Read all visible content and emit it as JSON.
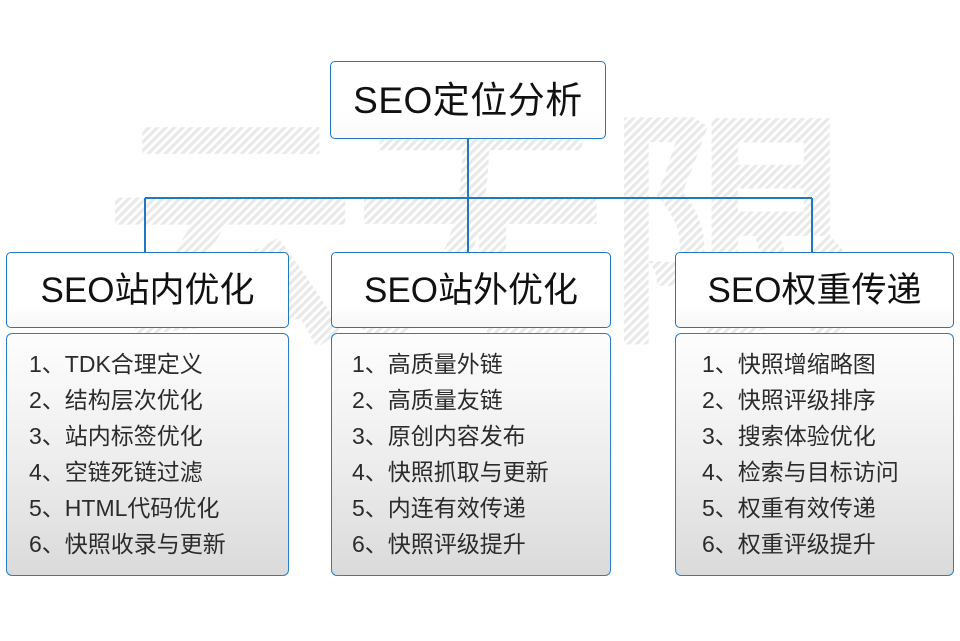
{
  "diagram": {
    "title": "SEO定位分析",
    "watermark_text": "云无限",
    "accent_color": "#1f78c1",
    "text_color": "#111111",
    "body_text_color": "#2b2b2b",
    "background_color": "#ffffff"
  },
  "columns": [
    {
      "heading": "SEO站内优化",
      "items": [
        {
          "num": "1、",
          "text": "TDK合理定义"
        },
        {
          "num": "2、",
          "text": "结构层次优化"
        },
        {
          "num": "3、",
          "text": "站内标签优化"
        },
        {
          "num": "4、",
          "text": "空链死链过滤"
        },
        {
          "num": "5、",
          "text": "HTML代码优化"
        },
        {
          "num": "6、",
          "text": "快照收录与更新"
        }
      ]
    },
    {
      "heading": "SEO站外优化",
      "items": [
        {
          "num": "1、",
          "text": "高质量外链"
        },
        {
          "num": "2、",
          "text": "高质量友链"
        },
        {
          "num": "3、",
          "text": "原创内容发布"
        },
        {
          "num": "4、",
          "text": "快照抓取与更新"
        },
        {
          "num": "5、",
          "text": "内连有效传递"
        },
        {
          "num": "6、",
          "text": "快照评级提升"
        }
      ]
    },
    {
      "heading": "SEO权重传递",
      "items": [
        {
          "num": "1、",
          "text": "快照增缩略图"
        },
        {
          "num": "2、",
          "text": "快照评级排序"
        },
        {
          "num": "3、",
          "text": "搜索体验优化"
        },
        {
          "num": "4、",
          "text": "检索与目标访问"
        },
        {
          "num": "5、",
          "text": "权重有效传递"
        },
        {
          "num": "6、",
          "text": "权重评级提升"
        }
      ]
    }
  ]
}
